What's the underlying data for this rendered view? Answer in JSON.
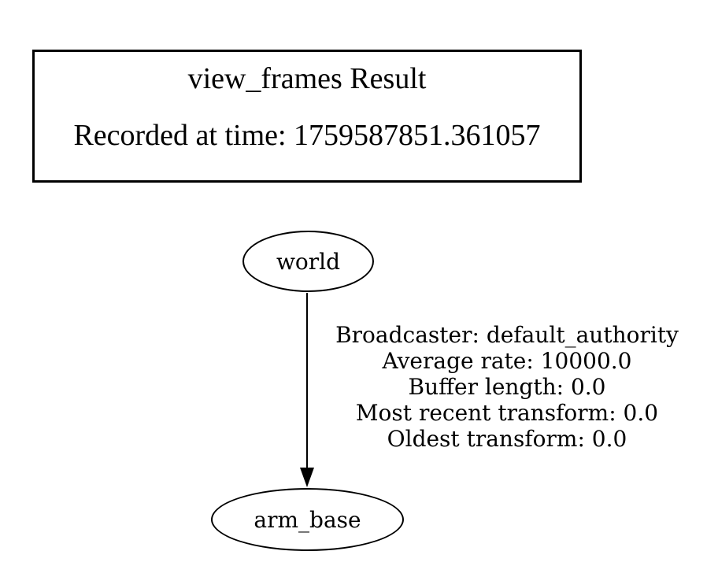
{
  "legend": {
    "title": "view_frames Result",
    "recorded": "Recorded at time: 1759587851.361057"
  },
  "graph": {
    "nodes": [
      {
        "id": "world",
        "label": "world"
      },
      {
        "id": "arm_base",
        "label": "arm_base"
      }
    ],
    "edge": {
      "from": "world",
      "to": "arm_base",
      "label_lines": [
        "Broadcaster: default_authority",
        "Average rate: 10000.0",
        "Buffer length: 0.0",
        "Most recent transform: 0.0",
        "Oldest transform: 0.0"
      ]
    }
  },
  "colors": {
    "background": "#ffffff",
    "stroke": "#000000",
    "text": "#000000"
  }
}
